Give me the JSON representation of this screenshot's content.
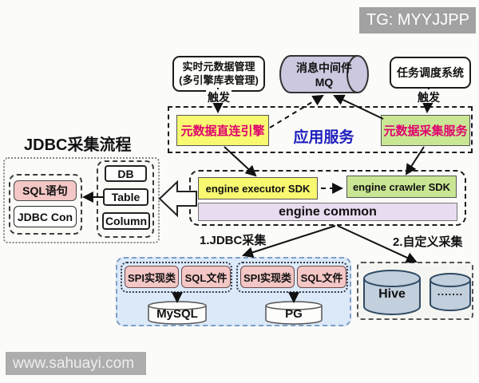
{
  "badge": {
    "tg": "TG: MYYJJPP"
  },
  "watermark": "www.sahuayi.com",
  "top": {
    "realtime_mgmt_line1": "实时元数据管理",
    "realtime_mgmt_line2": "(多引擎库表管理)",
    "mq_line1": "消息中间件",
    "mq_line2": "MQ",
    "scheduler": "任务调度系统",
    "trigger_left": "触发",
    "trigger_right": "触发"
  },
  "app_services": {
    "label": "应用服务",
    "direct_engine": "元数据直连引擎",
    "collect_service": "元数据采集服务"
  },
  "engine": {
    "executor_sdk": "engine executor SDK",
    "crawler_sdk": "engine crawler SDK",
    "common": "engine common"
  },
  "jdbc_flow": {
    "title": "JDBC采集流程",
    "sql_statement": "SQL语句",
    "jdbc_con": "JDBC Con",
    "levels": [
      "DB",
      "Table",
      "Column"
    ]
  },
  "branches": {
    "jdbc_label": "1.JDBC采集",
    "custom_label": "2.自定义采集"
  },
  "jdbc_groups": [
    {
      "spi": "SPI实现类",
      "sql": "SQL文件",
      "db": "MySQL"
    },
    {
      "spi": "SPI实现类",
      "sql": "SQL文件",
      "db": "PG"
    }
  ],
  "custom_targets": {
    "hive": "Hive",
    "dots": "......."
  },
  "colors": {
    "accent_yellow": "#f8f871",
    "accent_green": "#c9e694",
    "accent_pink": "#f3c7c5",
    "accent_lavender": "#e8dcf0",
    "magenta_text": "#e0006e",
    "blue_text": "#1d1dbe",
    "blue_panel": "#dce9f8",
    "cylinder_gray": "#c2cfdc",
    "mq_purple": "#cbc8e0",
    "badge_gray": "#a2a2a2"
  }
}
